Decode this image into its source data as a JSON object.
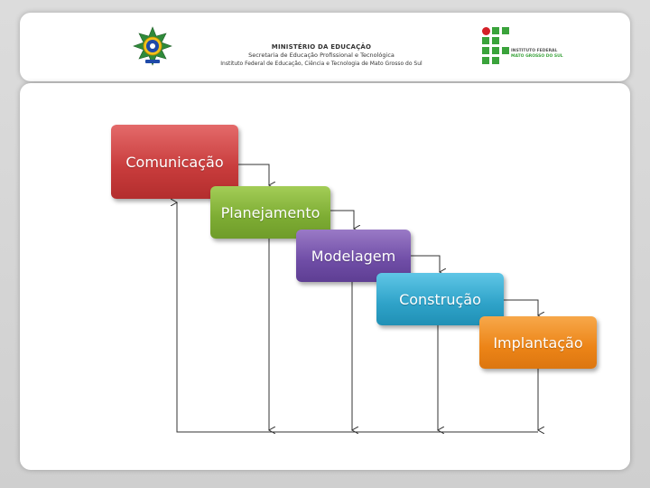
{
  "header": {
    "line1": "MINISTÉRIO DA EDUCAÇÃO",
    "line2": "Secretaria de Educação Profissional e Tecnológica",
    "line3": "Instituto Federal de Educação, Ciência e Tecnologia de Mato Grosso do Sul",
    "emblem": "brazil-coat-of-arms",
    "institute_logo": "instituto-federal-logo",
    "institute_line1": "INSTITUTO FEDERAL",
    "institute_line2": "MATO GROSSO DO SUL"
  },
  "diagram": {
    "steps": [
      {
        "label": "Comunicação",
        "color": "#c73b3b"
      },
      {
        "label": "Planejamento",
        "color": "#7dac33"
      },
      {
        "label": "Modelagem",
        "color": "#6f4da6"
      },
      {
        "label": "Construção",
        "color": "#2ea2c8"
      },
      {
        "label": "Implantação",
        "color": "#ec8417"
      }
    ]
  }
}
